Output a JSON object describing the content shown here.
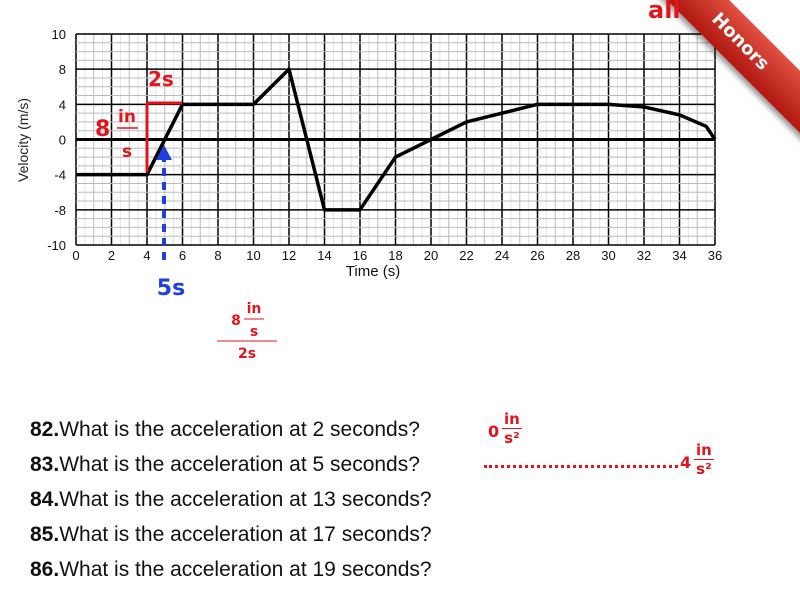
{
  "badge": {
    "honors": "Honors",
    "all": "all"
  },
  "chart_data": {
    "type": "line",
    "ylabel": "Velocity (m/s)",
    "xlabel": "Time (s)",
    "xlim": [
      0,
      36
    ],
    "x_ticks": [
      0,
      2,
      4,
      6,
      8,
      10,
      12,
      14,
      16,
      18,
      20,
      22,
      24,
      26,
      28,
      30,
      32,
      34,
      36
    ],
    "y_ticks": [
      10,
      8,
      4,
      0,
      -4,
      -8,
      -10
    ],
    "grid": true,
    "series": [
      {
        "name": "velocity",
        "points": [
          [
            0,
            -4
          ],
          [
            4,
            -4
          ],
          [
            6,
            4
          ],
          [
            10,
            4
          ],
          [
            12,
            8
          ],
          [
            14,
            -8
          ],
          [
            16,
            -8
          ],
          [
            18,
            -2
          ],
          [
            20,
            0
          ],
          [
            22,
            2
          ],
          [
            26,
            4
          ],
          [
            30,
            4
          ],
          [
            32,
            3.7
          ],
          [
            34,
            2.8
          ],
          [
            35.5,
            1.5
          ],
          [
            36,
            0
          ]
        ]
      }
    ],
    "annotations": {
      "rise_value": "8",
      "rise_unit_num": "in",
      "rise_unit_den": "s",
      "run": "2s",
      "marker": "5s",
      "slope_num_value": "8",
      "slope_num_unit": "in",
      "slope_num_den": "s",
      "slope_den": "2s",
      "marker_time": 5
    }
  },
  "questions": [
    {
      "num": "82.",
      "text": "What is the acceleration at 2 seconds?",
      "answer": "0",
      "unit_num": "in",
      "unit_den": "s²"
    },
    {
      "num": "83.",
      "text": "What is the acceleration at 5 seconds?",
      "answer": "4",
      "unit_num": "in",
      "unit_den": "s²"
    },
    {
      "num": "84.",
      "text": "What is the acceleration at 13 seconds?"
    },
    {
      "num": "85.",
      "text": "What is the acceleration at 17 seconds?"
    },
    {
      "num": "86.",
      "text": "What is the acceleration at 19 seconds?"
    }
  ]
}
